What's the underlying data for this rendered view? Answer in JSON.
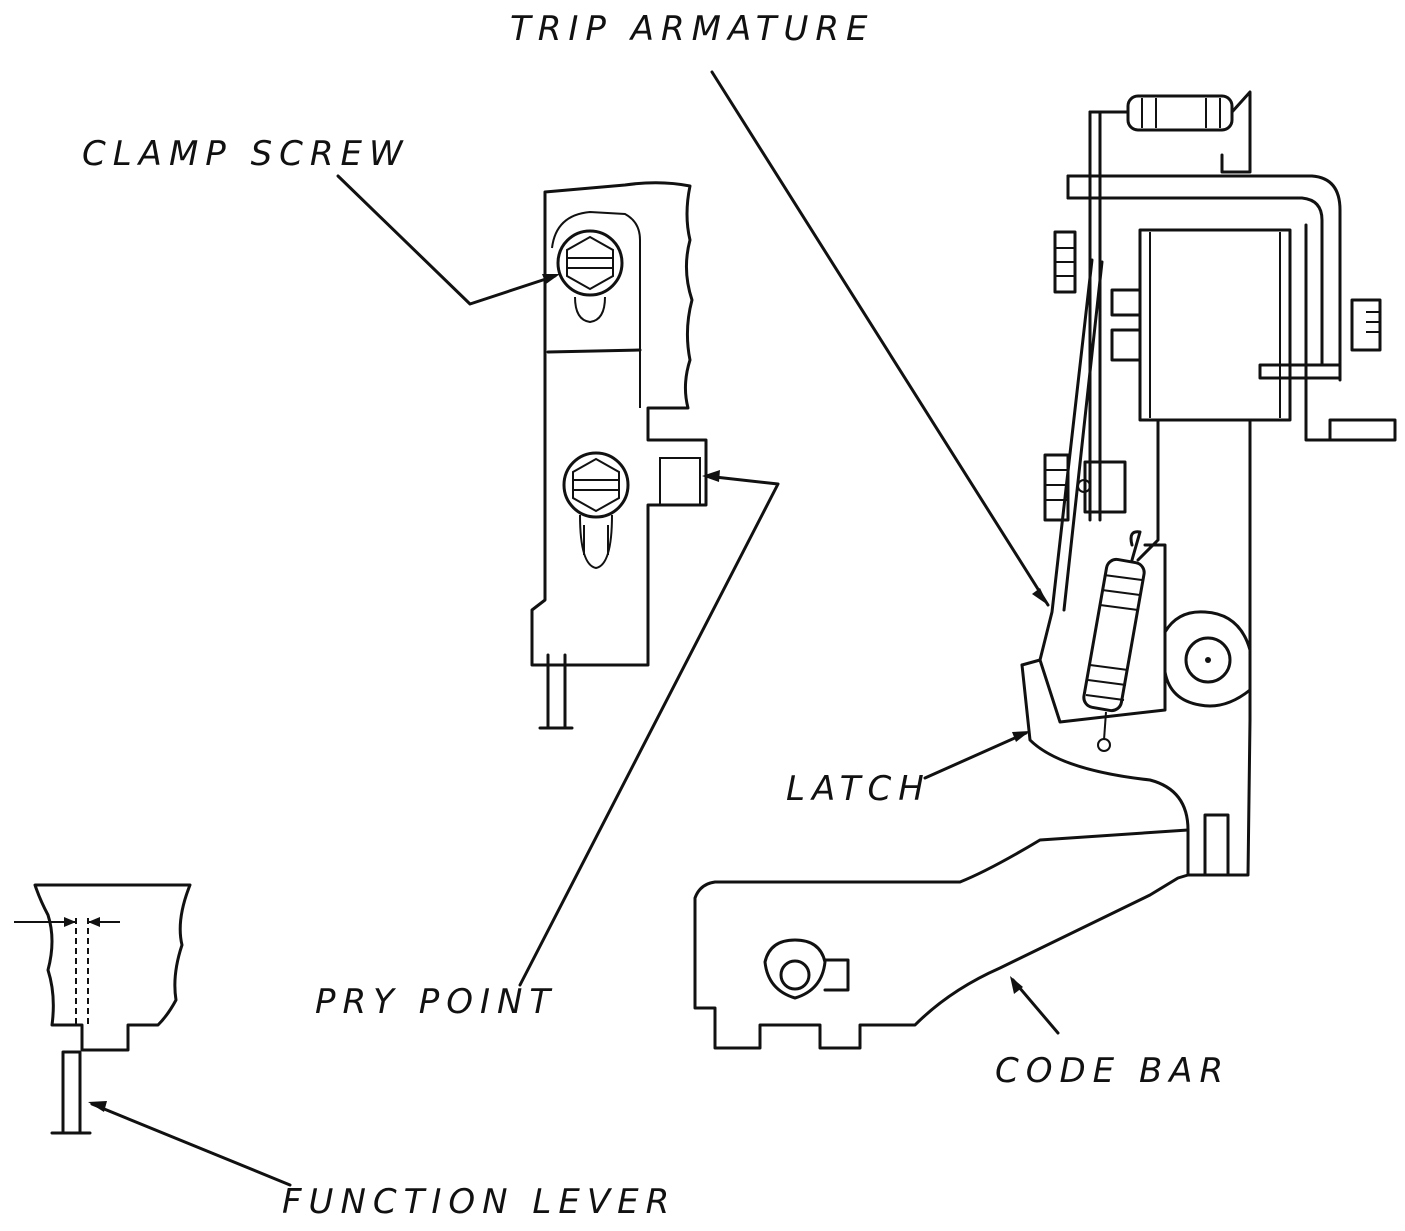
{
  "labels": {
    "trip_armature": "TRIP ARMATURE",
    "clamp_screw": "CLAMP SCREW",
    "latch": "LATCH",
    "pry_point": "PRY POINT",
    "code_bar": "CODE BAR",
    "function_lever": "FUNCTION LEVER"
  },
  "colors": {
    "ink": "#111111",
    "paper": "#ffffff"
  }
}
